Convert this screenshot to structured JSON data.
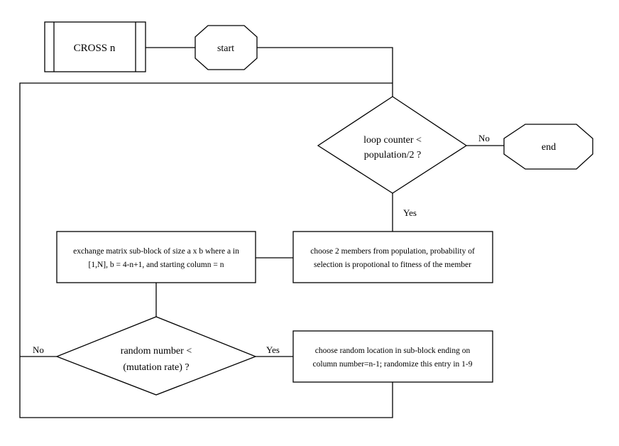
{
  "nodes": {
    "subroutine": {
      "label": "CROSS n"
    },
    "start": {
      "label": "start"
    },
    "decision_loop": {
      "line1": "loop counter <",
      "line2": "population/2 ?"
    },
    "end": {
      "label": "end"
    },
    "choose_members": {
      "line1": "choose 2 members from population, probability of",
      "line2": "selection is propotional to fitness of the member"
    },
    "exchange": {
      "line1": "exchange matrix sub-block of size a x b where a in",
      "line2": "[1,N], b = 4-n+1, and starting column = n"
    },
    "decision_mutation": {
      "line1": "random number <",
      "line2": "(mutation rate) ?"
    },
    "randomize": {
      "line1": "choose random location in sub-block ending on",
      "line2": "column number=n-1; randomize this entry in 1-9"
    }
  },
  "edges": {
    "loop_no": "No",
    "loop_yes": "Yes",
    "mutation_no": "No",
    "mutation_yes": "Yes"
  }
}
